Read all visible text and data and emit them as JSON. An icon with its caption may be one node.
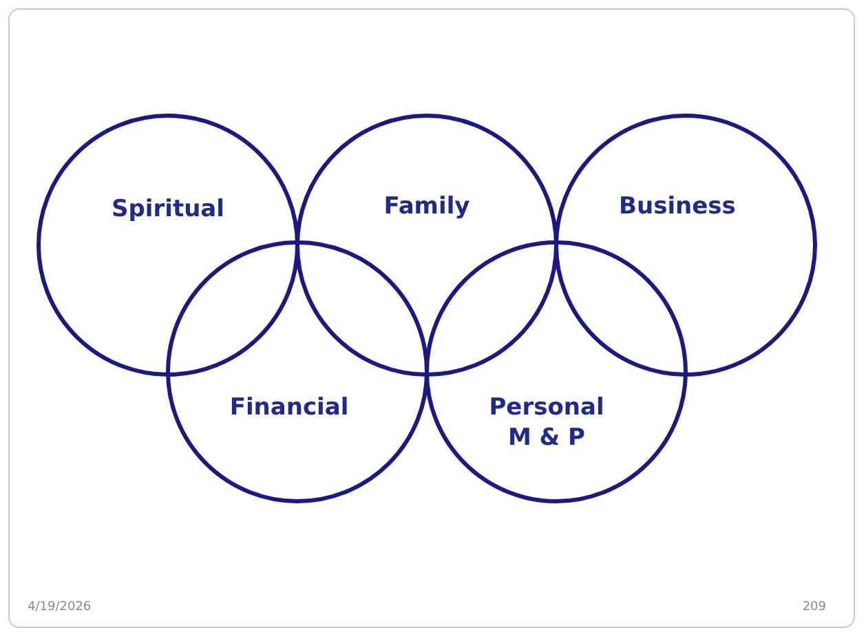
{
  "diagram": {
    "nodes": [
      {
        "text": [
          "Spiritual"
        ]
      },
      {
        "text": [
          "Family"
        ]
      },
      {
        "text": [
          "Business"
        ]
      },
      {
        "text": [
          "Financial"
        ]
      },
      {
        "text": [
          "Personal M & P"
        ]
      }
    ],
    "labels": [
      "4/19/2026",
      "209"
    ]
  }
}
